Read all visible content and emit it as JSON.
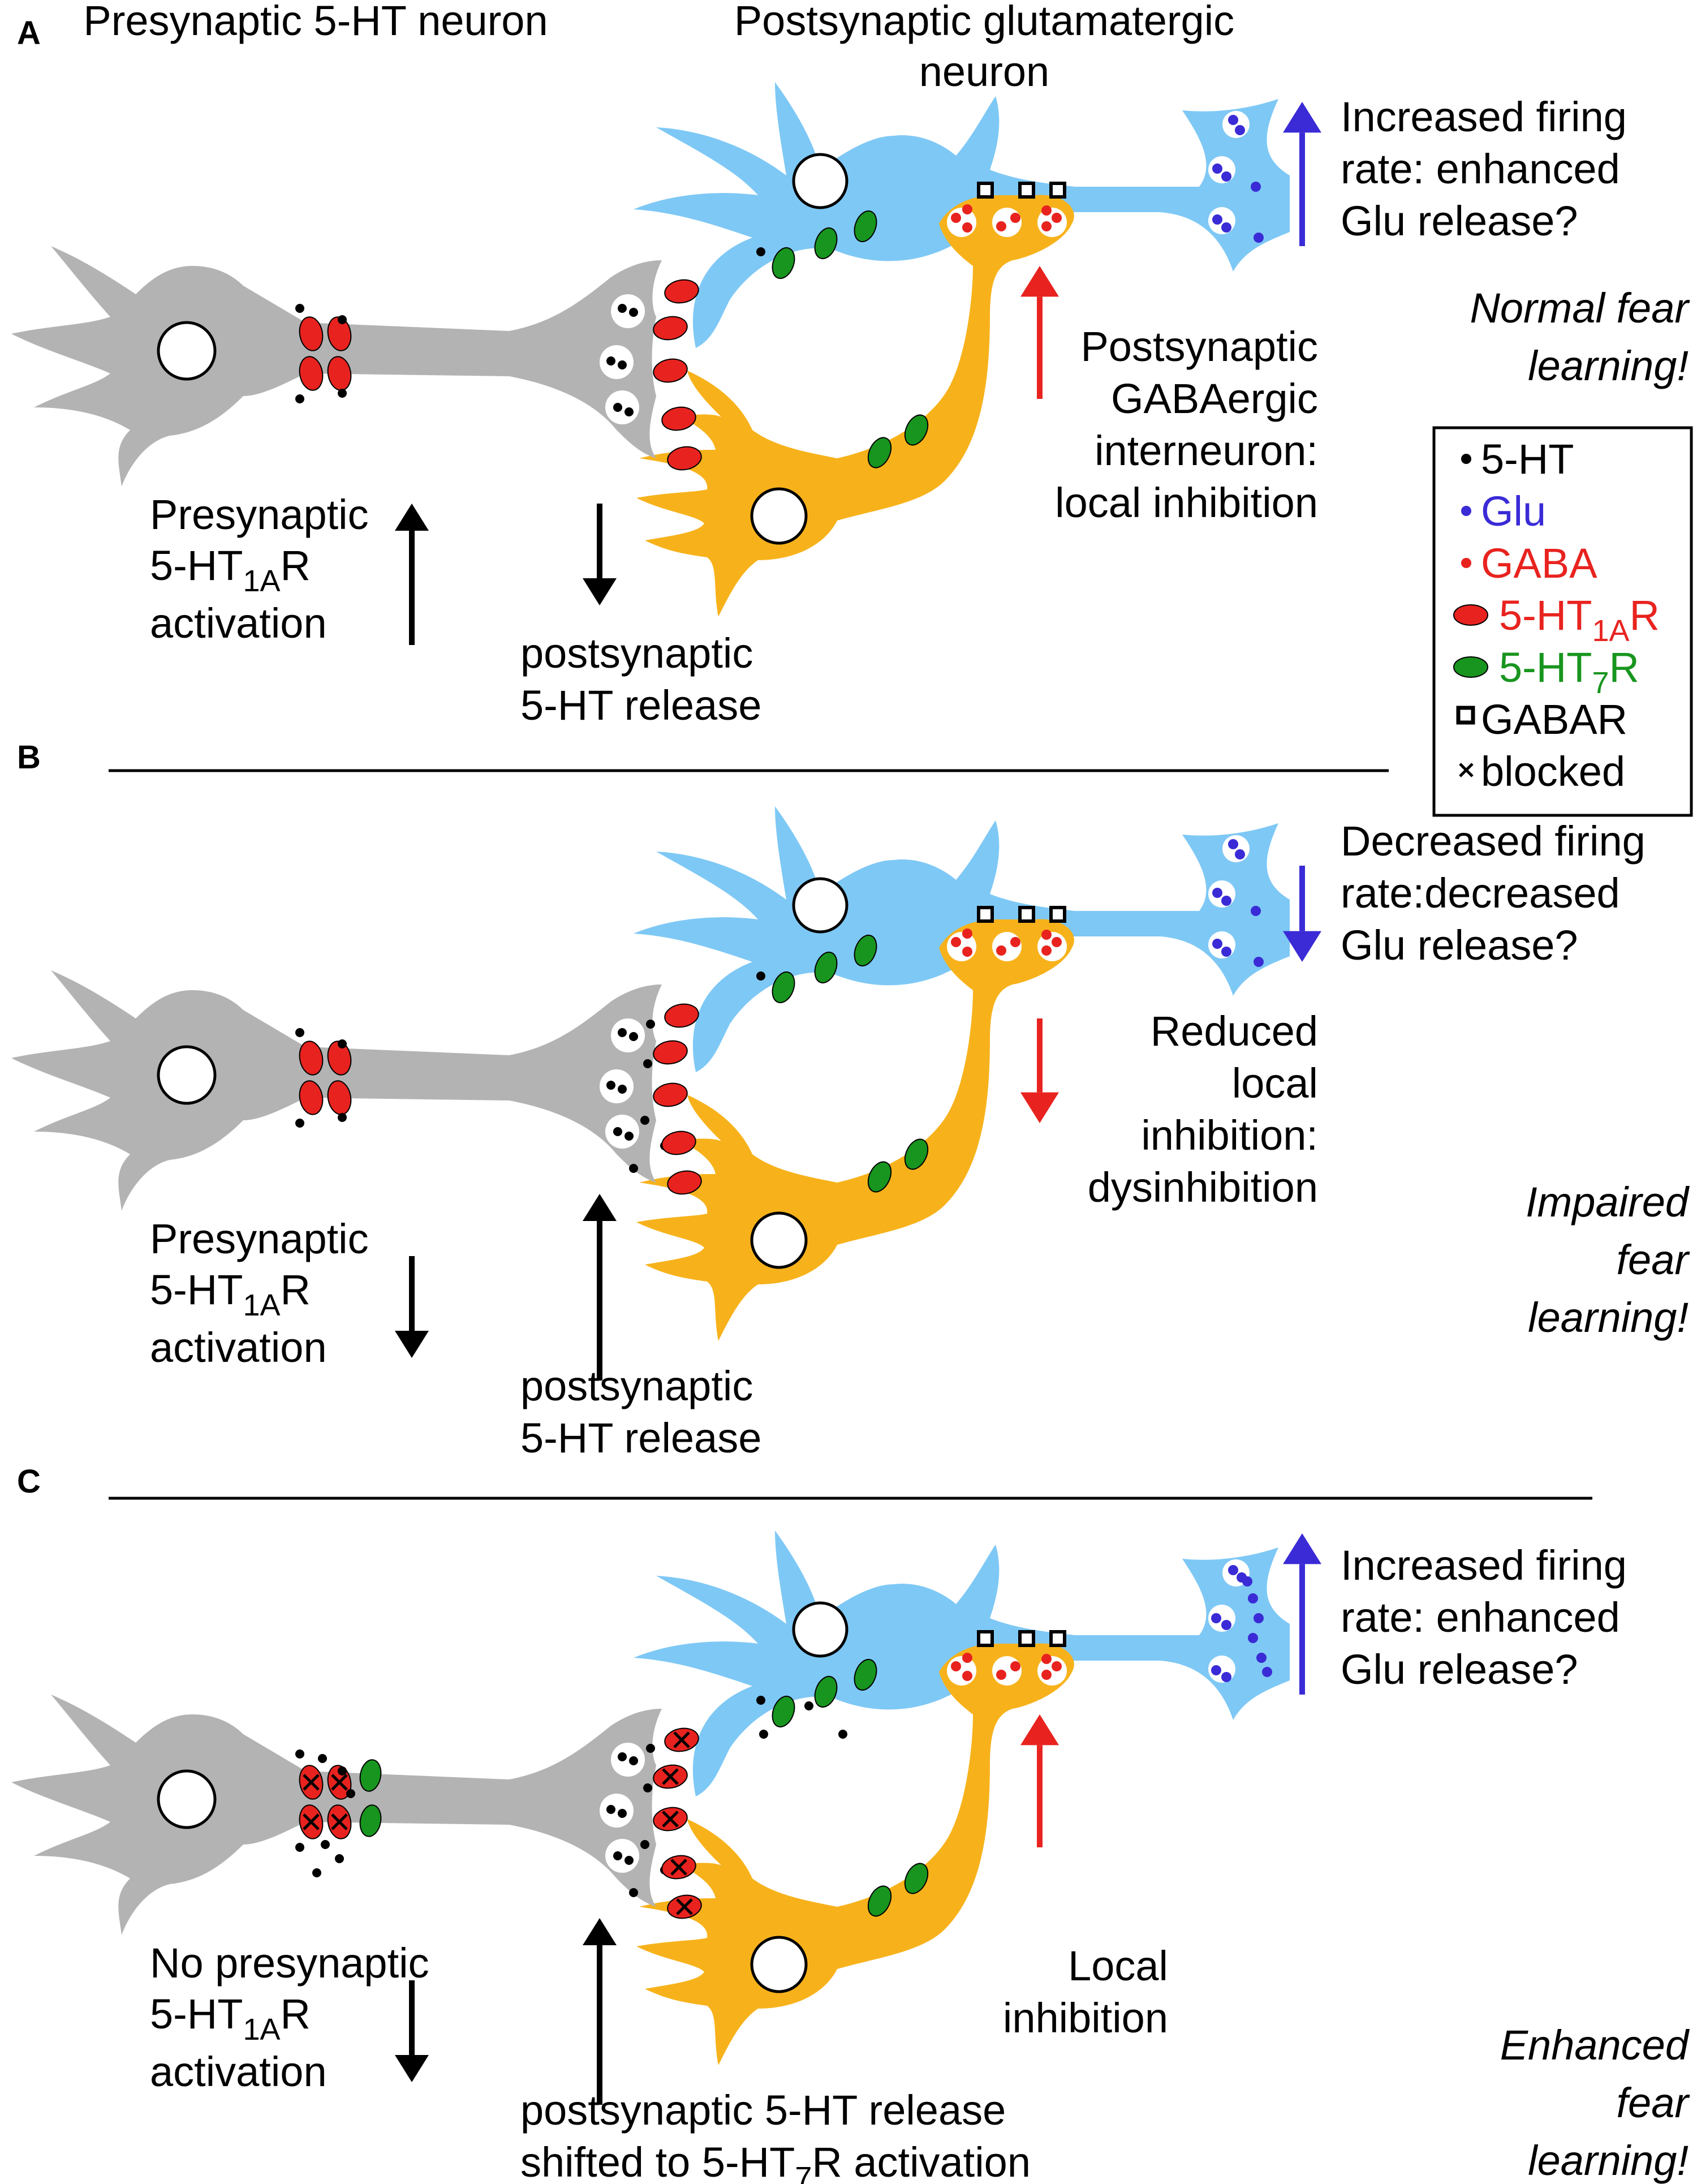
{
  "header": {
    "presynaptic_title": "Presynaptic 5-HT neuron",
    "postsynaptic_title_line1": "Postsynaptic glutamatergic",
    "postsynaptic_title_line2": "neuron"
  },
  "colors": {
    "serotonergic_neuron": "#b3b3b3",
    "glutamatergic_neuron": "#7ec8f5",
    "gabaergic_neuron": "#f7b21b",
    "ht": "#000000",
    "glu": "#3a2bd6",
    "gaba": "#e8231f",
    "ht1a_receptor": "#e8231f",
    "ht7_receptor": "#18951f",
    "blue_arrow": "#3a2bd6",
    "red_arrow": "#e8231f"
  },
  "legend": {
    "items": [
      {
        "icon": "black-dot",
        "label": "5-HT"
      },
      {
        "icon": "blue-dot",
        "label": "Glu"
      },
      {
        "icon": "red-dot",
        "label": "GABA"
      },
      {
        "icon": "red-ellipse",
        "label": "5-HT",
        "sub": "1A",
        "suffix": "R"
      },
      {
        "icon": "green-ellipse",
        "label": "5-HT",
        "sub": "7",
        "suffix": "R"
      },
      {
        "icon": "open-square",
        "label": "GABAR"
      },
      {
        "icon": "x-mark",
        "label": "blocked"
      }
    ]
  },
  "panels": [
    {
      "letter": "A",
      "firing_lines": [
        "Increased firing",
        "rate: enhanced",
        "Glu release?"
      ],
      "firing_direction": "up",
      "interneuron_lines": [
        "Postsynaptic",
        "GABAergic",
        "interneuron:",
        "local inhibition"
      ],
      "interneuron_direction": "up",
      "outcome_lines": [
        "Normal fear",
        "learning!"
      ],
      "presyn_lines": [
        "Presynaptic",
        "5-HT",
        "activation"
      ],
      "presyn_sub": "1A",
      "presyn_suffix": "R",
      "presyn_direction": "up",
      "release_lines": [
        "postsynaptic",
        "5-HT release"
      ],
      "release_direction": "down"
    },
    {
      "letter": "B",
      "firing_lines": [
        "Decreased firing",
        "rate:decreased",
        "Glu release?"
      ],
      "firing_direction": "down",
      "interneuron_lines": [
        "Reduced",
        "local",
        "inhibition:",
        "dysinhibition"
      ],
      "interneuron_direction": "down",
      "outcome_lines": [
        "Impaired",
        "fear",
        "learning!"
      ],
      "presyn_lines": [
        "Presynaptic",
        "5-HT",
        "activation"
      ],
      "presyn_sub": "1A",
      "presyn_suffix": "R",
      "presyn_direction": "down",
      "release_lines": [
        "postsynaptic",
        "5-HT release"
      ],
      "release_direction": "up"
    },
    {
      "letter": "C",
      "firing_lines": [
        "Increased firing",
        "rate: enhanced",
        "Glu release?"
      ],
      "firing_direction": "up",
      "interneuron_lines": [
        "Local",
        "inhibition"
      ],
      "interneuron_direction": "up",
      "outcome_lines": [
        "Enhanced",
        "fear",
        "learning!"
      ],
      "presyn_lines": [
        "No presynaptic",
        "5-HT",
        "activation"
      ],
      "presyn_sub": "1A",
      "presyn_suffix": "R",
      "presyn_direction": "down",
      "release_lines": [
        "postsynaptic 5-HT release",
        "shifted to 5-HT"
      ],
      "release_sub": "7",
      "release_suffix": "R activation",
      "release_direction": "up"
    }
  ]
}
